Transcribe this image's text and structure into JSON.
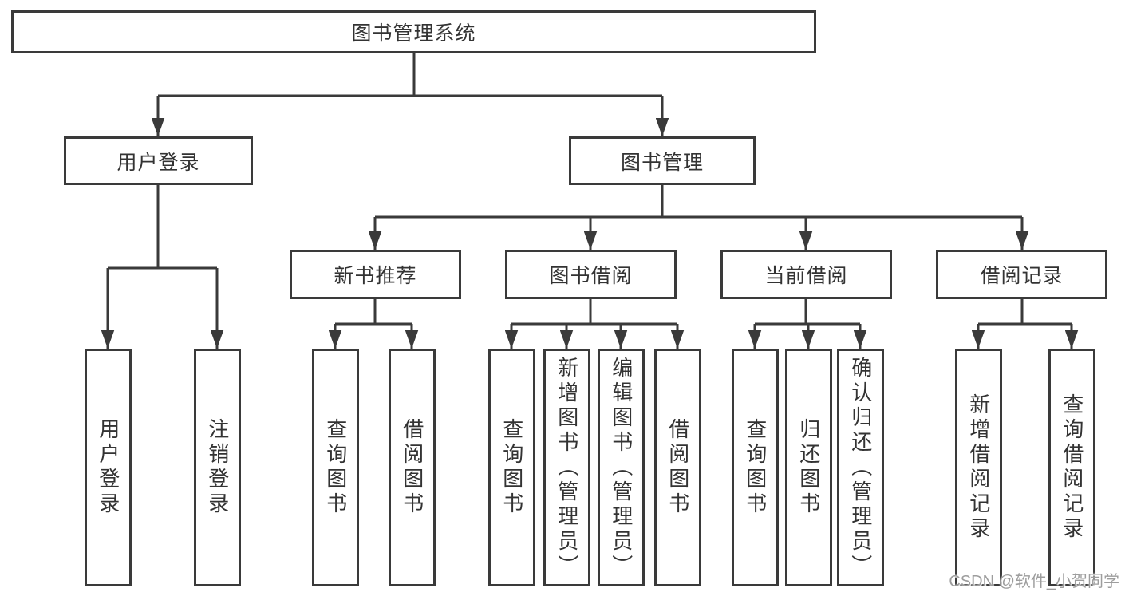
{
  "tree": {
    "root": {
      "label": "图书管理系统",
      "children": [
        {
          "label": "用户登录",
          "children": [
            {
              "label": "用户登录"
            },
            {
              "label": "注销登录"
            }
          ]
        },
        {
          "label": "图书管理",
          "children": [
            {
              "label": "新书推荐",
              "children": [
                {
                  "label": "查询图书"
                },
                {
                  "label": "借阅图书"
                }
              ]
            },
            {
              "label": "图书借阅",
              "children": [
                {
                  "label": "查询图书"
                },
                {
                  "label": "新增图书（管理员）"
                },
                {
                  "label": "编辑图书（管理员）"
                },
                {
                  "label": "借阅图书"
                }
              ]
            },
            {
              "label": "当前借阅",
              "children": [
                {
                  "label": "查询图书"
                },
                {
                  "label": "归还图书"
                },
                {
                  "label": "确认归还（管理员）"
                }
              ]
            },
            {
              "label": "借阅记录",
              "children": [
                {
                  "label": "新增借阅记录"
                },
                {
                  "label": "查询借阅记录"
                }
              ]
            }
          ]
        }
      ]
    }
  },
  "watermark": {
    "text": "CSDN @软件_小贺同学"
  },
  "colors": {
    "line": "#3a3a3a",
    "text": "#333333",
    "background": "#ffffff",
    "watermark": "#9d9d9d"
  }
}
